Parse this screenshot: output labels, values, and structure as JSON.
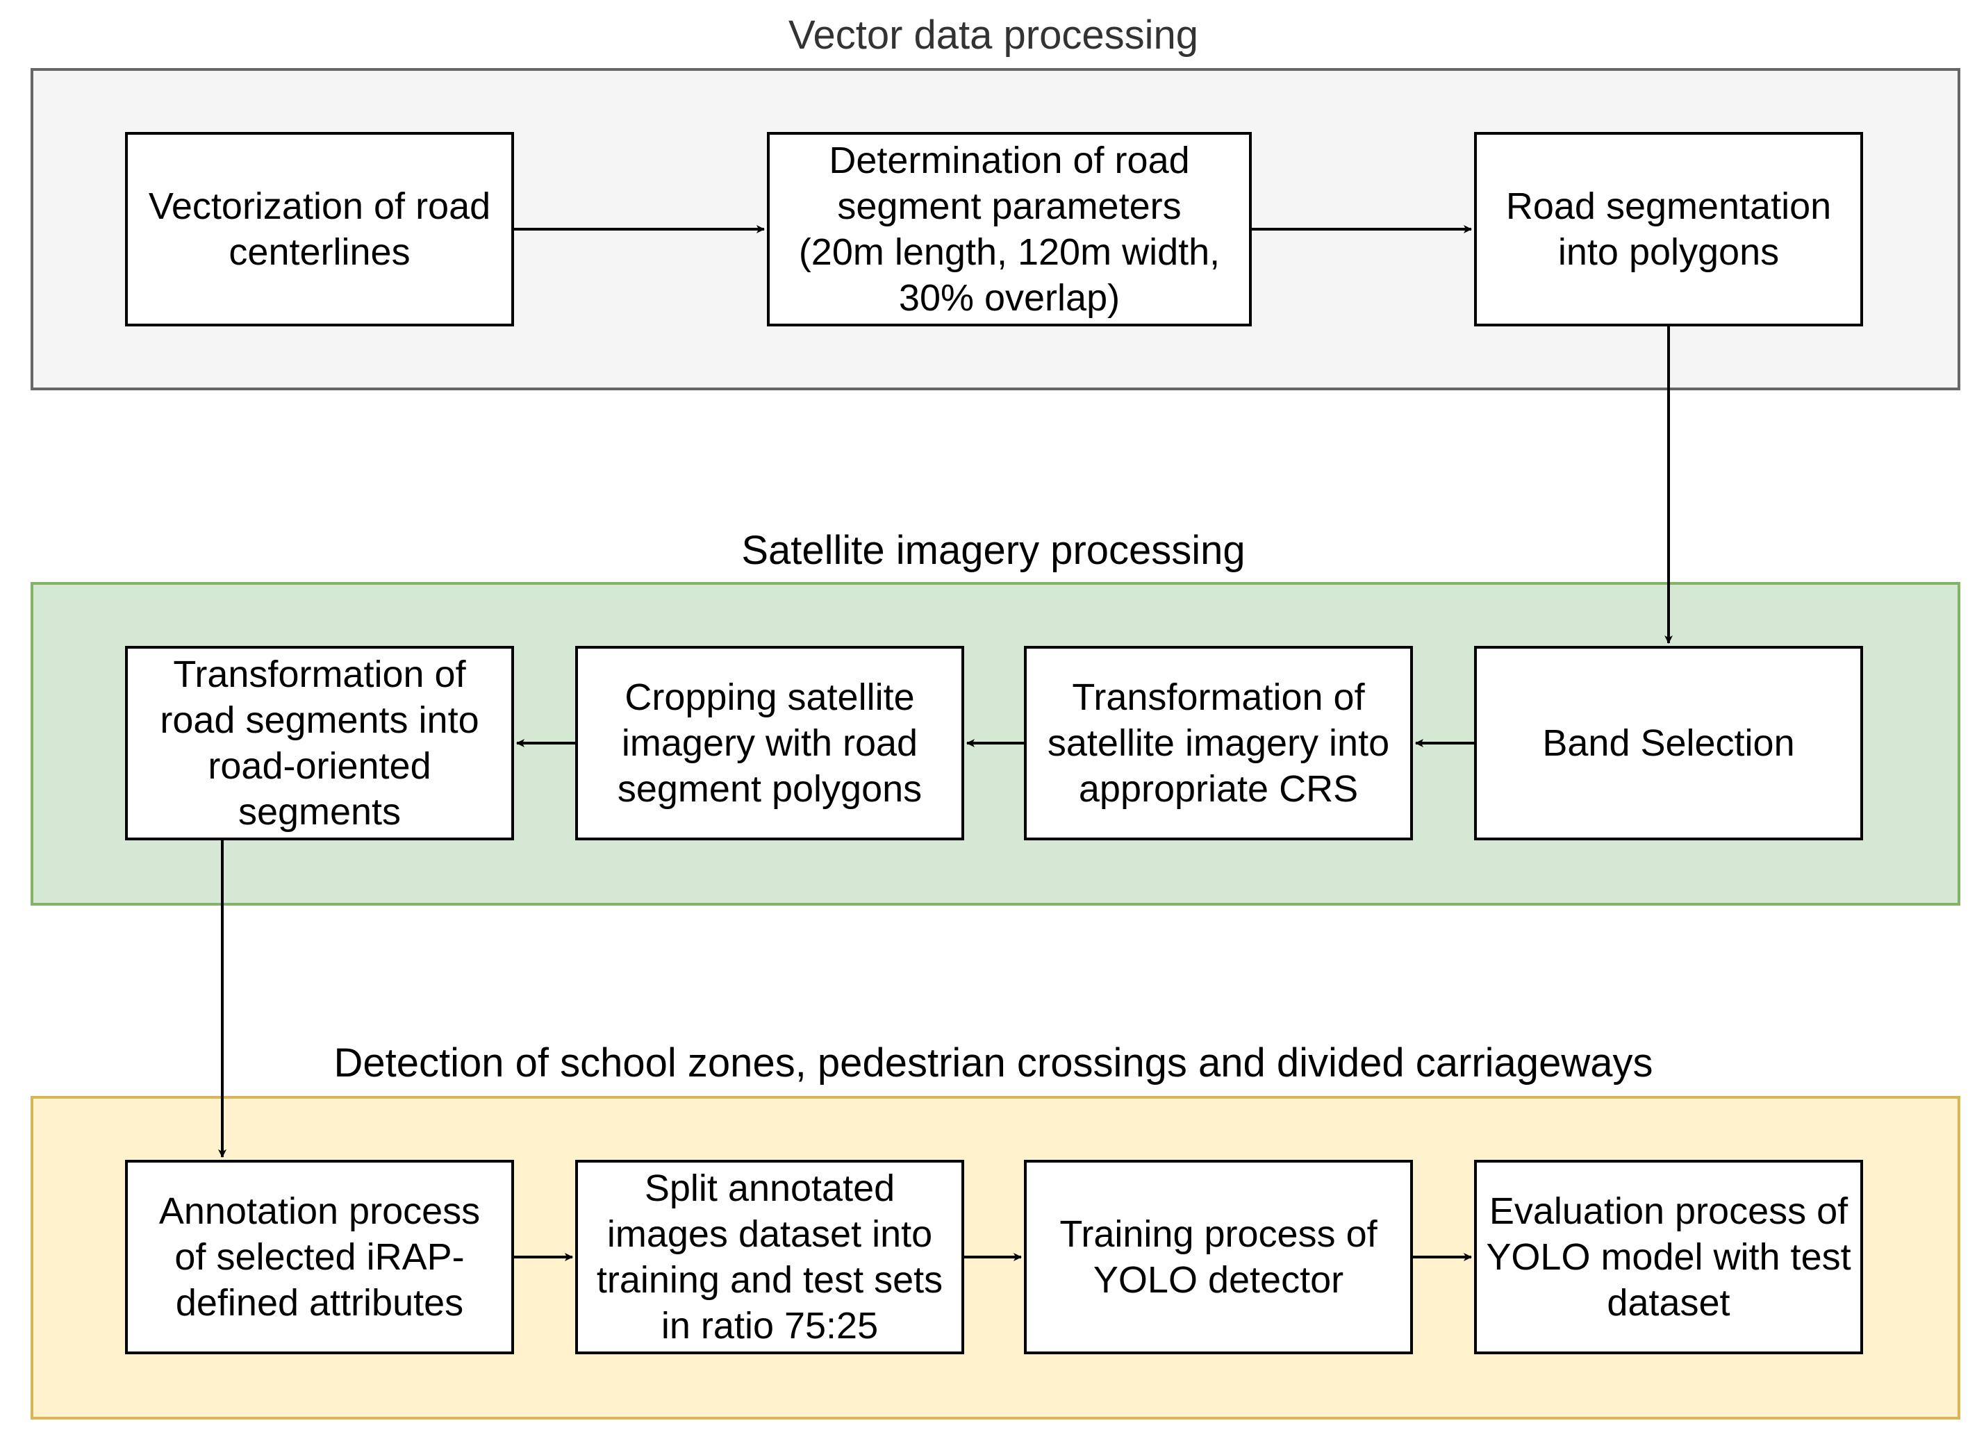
{
  "colors": {
    "vector_bg": "#f5f5f5",
    "vector_border": "#666666",
    "vector_title": "#333333",
    "satellite_bg": "#d5e8d4",
    "satellite_border": "#82b366",
    "detection_bg": "#fff2cc",
    "detection_border": "#d6b656",
    "box_fill": "#ffffff",
    "box_border": "#000000"
  },
  "sections": {
    "vector": {
      "title": "Vector data processing"
    },
    "satellite": {
      "title": "Satellite imagery processing"
    },
    "detection": {
      "title": "Detection of school zones, pedestrian crossings and divided carriageways"
    }
  },
  "boxes": {
    "vectorization": {
      "lines": [
        "Vectorization of road",
        "centerlines"
      ]
    },
    "determination": {
      "lines": [
        "Determination of road",
        "segment parameters",
        "(20m length, 120m width,",
        "30% overlap)"
      ]
    },
    "road_segmentation": {
      "lines": [
        "Road segmentation",
        "into polygons"
      ]
    },
    "band_selection": {
      "lines": [
        "Band Selection"
      ]
    },
    "transform_crs": {
      "lines": [
        "Transformation of",
        "satellite imagery into",
        "appropriate CRS"
      ]
    },
    "cropping": {
      "lines": [
        "Cropping satellite",
        "imagery with road",
        "segment polygons"
      ]
    },
    "transform_segments": {
      "lines": [
        "Transformation of",
        "road segments into",
        "road-oriented",
        "segments"
      ]
    },
    "annotation": {
      "lines": [
        "Annotation process",
        "of selected iRAP-",
        "defined attributes"
      ]
    },
    "split": {
      "lines": [
        "Split annotated",
        "images dataset into",
        "training and test sets",
        "in ratio 75:25"
      ]
    },
    "training": {
      "lines": [
        "Training process of",
        "YOLO detector"
      ]
    },
    "evaluation": {
      "lines": [
        "Evaluation process of",
        "YOLO model with test",
        "dataset"
      ]
    }
  }
}
